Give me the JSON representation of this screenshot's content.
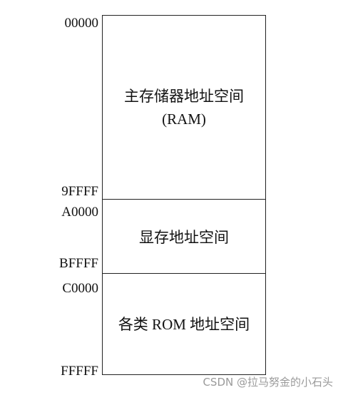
{
  "addresses": {
    "ram_start": "00000",
    "ram_end": "9FFFF",
    "vram_start": "A0000",
    "vram_end": "BFFFF",
    "rom_start": "C0000",
    "rom_end": "FFFFF"
  },
  "regions": {
    "ram": {
      "label": "主存储器地址空间",
      "sublabel": "(RAM)"
    },
    "vram": {
      "label": "显存地址空间"
    },
    "rom": {
      "label": "各类 ROM 地址空间"
    }
  },
  "watermark": "CSDN @拉马努金的小石头"
}
